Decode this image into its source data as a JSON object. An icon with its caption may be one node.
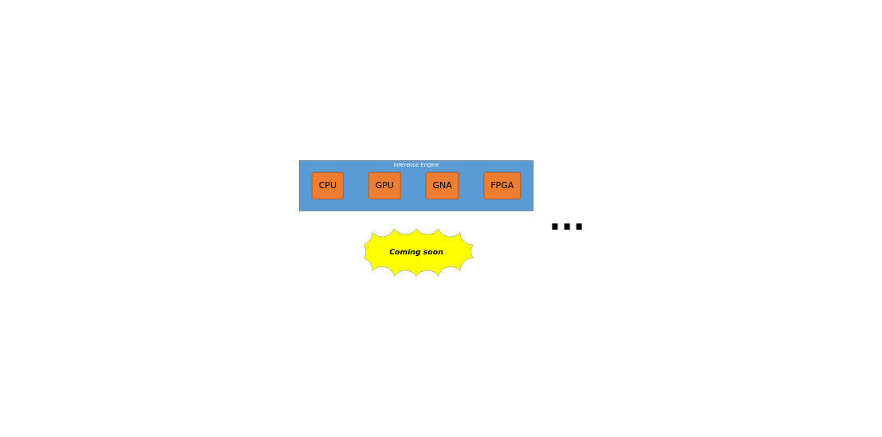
{
  "diagram": {
    "nodes": [
      {
        "text": [
          "Inference Engine"
        ]
      },
      {
        "text": [
          "CPU"
        ],
        "in": 0
      },
      {
        "text": [
          "GPU"
        ],
        "in": 0
      },
      {
        "text": [
          "GNA"
        ],
        "in": 0
      },
      {
        "text": [
          "FPGA"
        ],
        "in": 0
      },
      {
        "text": [
          "Coming soon"
        ]
      }
    ],
    "edges": [],
    "labels": [
      "..."
    ]
  }
}
